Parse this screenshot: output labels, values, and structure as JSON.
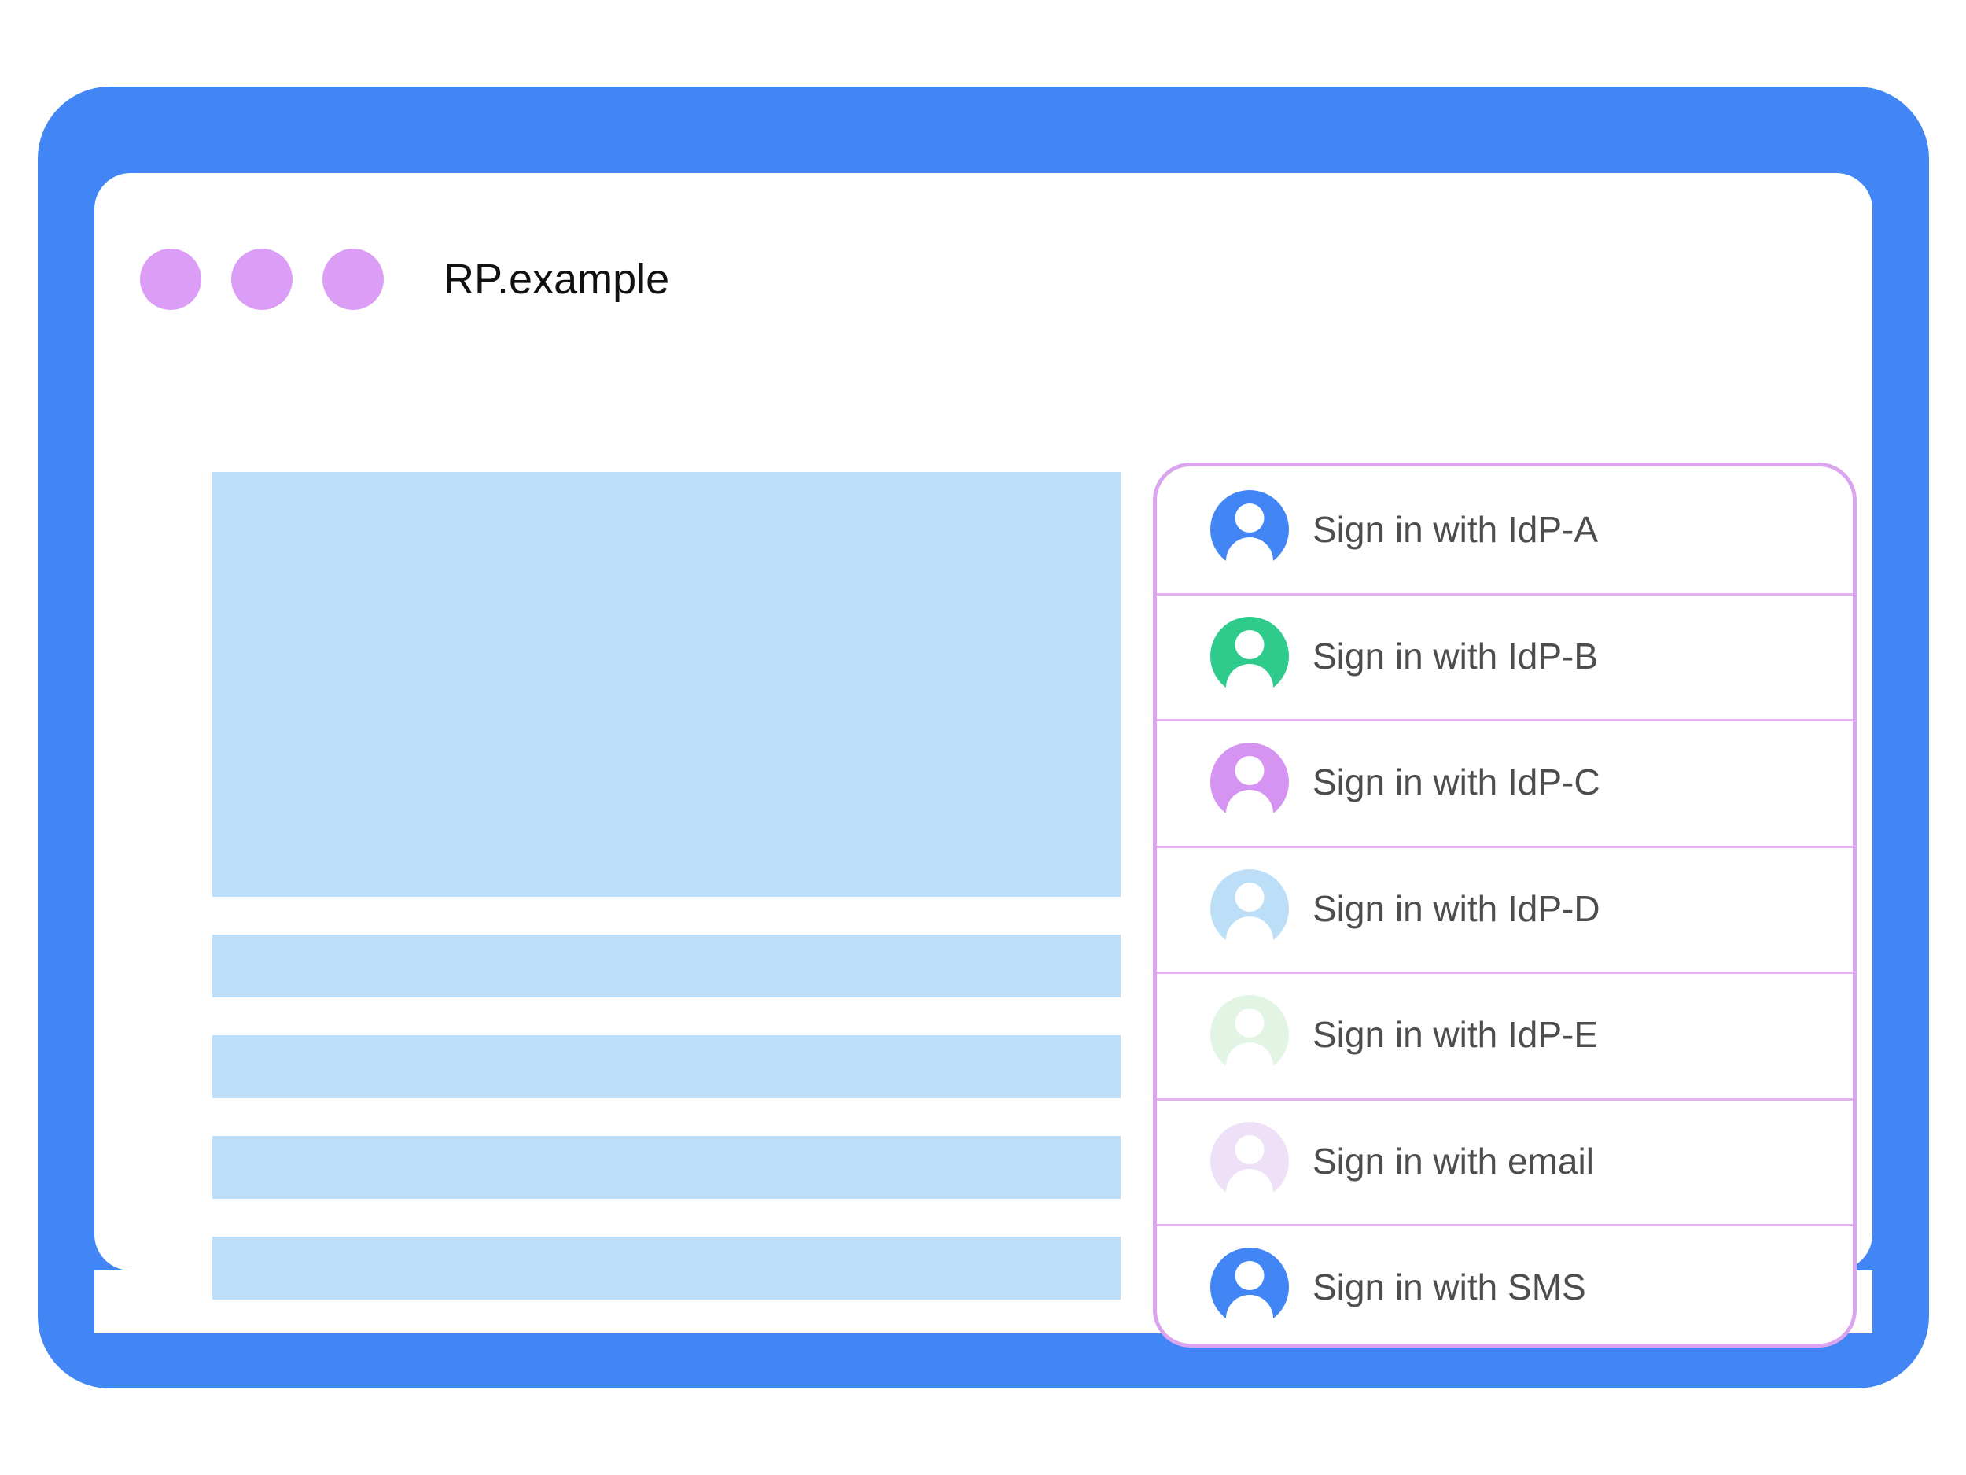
{
  "window": {
    "title": "RP.example",
    "traffic_lights": [
      {
        "name": "window-dot-1",
        "color": "#db9df5"
      },
      {
        "name": "window-dot-2",
        "color": "#db9df5"
      },
      {
        "name": "window-dot-3",
        "color": "#db9df5"
      }
    ]
  },
  "device": {
    "frame_color": "#4285f4",
    "screen_color": "#ffffff",
    "home_button": "home-button"
  },
  "content": {
    "placeholder_color": "#bcdef7",
    "blocks": [
      {
        "name": "content-block-hero",
        "kind": "hero"
      },
      {
        "name": "content-block-line-1",
        "kind": "bar"
      },
      {
        "name": "content-block-line-2",
        "kind": "bar"
      },
      {
        "name": "content-block-line-3",
        "kind": "bar"
      },
      {
        "name": "content-block-line-4",
        "kind": "bar"
      }
    ]
  },
  "account_panel": {
    "border_color": "#dba4ef",
    "divider_color": "#e3b0f0",
    "text_color": "#4d4d4d",
    "rows": [
      {
        "label": "Sign in with IdP-A",
        "icon": "account-avatar-icon",
        "avatar_color": "#4285f4"
      },
      {
        "label": "Sign in with IdP-B",
        "icon": "account-avatar-icon",
        "avatar_color": "#2ecb8d"
      },
      {
        "label": "Sign in with IdP-C",
        "icon": "account-avatar-icon",
        "avatar_color": "#d694f2"
      },
      {
        "label": "Sign in with IdP-D",
        "icon": "account-avatar-icon",
        "avatar_color": "#bcdef7"
      },
      {
        "label": "Sign in with IdP-E",
        "icon": "account-avatar-icon",
        "avatar_color": "#e2f5e4"
      },
      {
        "label": "Sign in with email",
        "icon": "account-avatar-icon",
        "avatar_color": "#eee1f7"
      },
      {
        "label": "Sign in with SMS",
        "icon": "account-avatar-icon",
        "avatar_color": "#4285f4"
      }
    ]
  }
}
